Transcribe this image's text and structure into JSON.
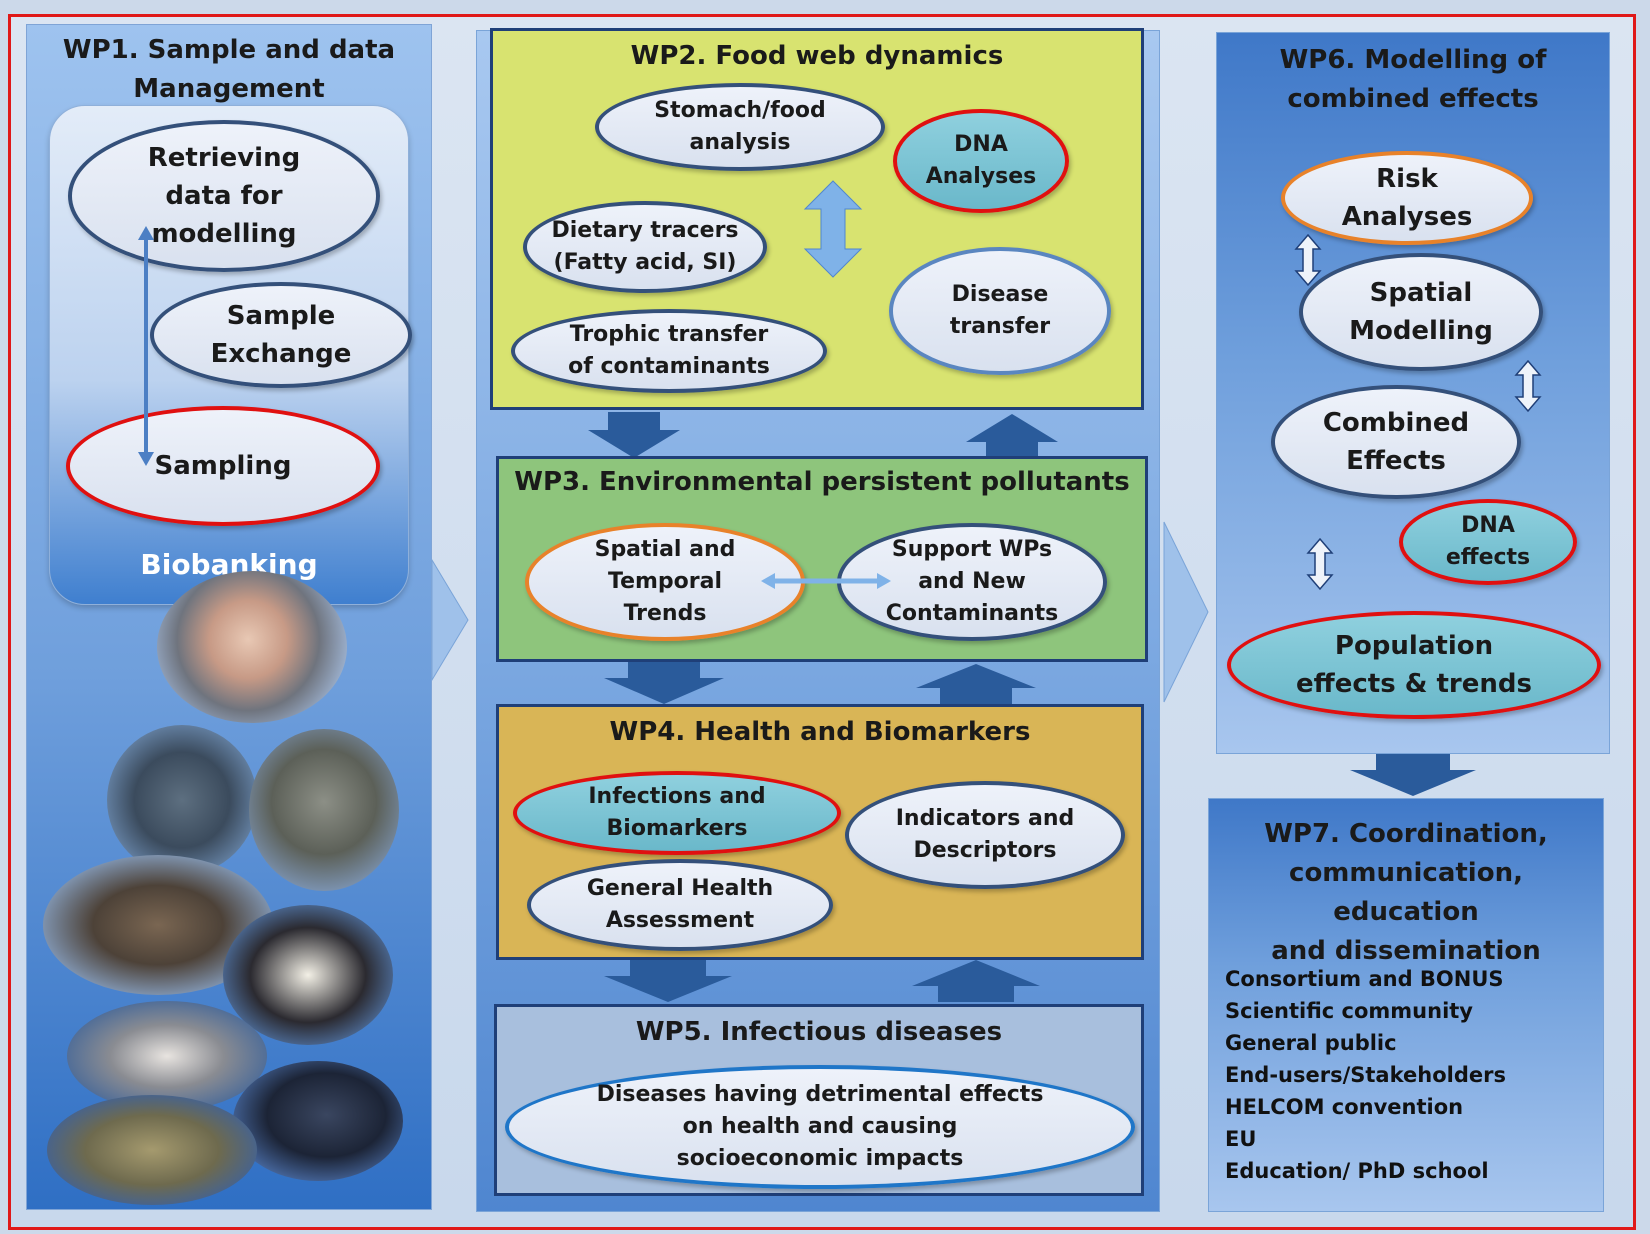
{
  "wp1": {
    "title": "WP1. Sample and data\nManagement",
    "retrieving": "Retrieving\ndata for\nmodelling",
    "exchange": "Sample\nExchange",
    "sampling": "Sampling",
    "biobanking": "Biobanking"
  },
  "wp2": {
    "title": "WP2. Food web dynamics",
    "stomach": "Stomach/food\nanalysis",
    "dna": "DNA\nAnalyses",
    "tracers": "Dietary tracers\n(Fatty acid, SI)",
    "disease": "Disease\ntransfer",
    "trophic": "Trophic transfer\nof contaminants"
  },
  "wp3": {
    "title": "WP3. Environmental persistent pollutants",
    "trends": "Spatial and\nTemporal\nTrends",
    "support": "Support WPs\nand New\nContaminants"
  },
  "wp4": {
    "title": "WP4. Health and Biomarkers",
    "infections": "Infections and\nBiomarkers",
    "indicators": "Indicators and\nDescriptors",
    "general": "General Health\nAssessment"
  },
  "wp5": {
    "title": "WP5. Infectious diseases",
    "diseases": "Diseases  having detrimental effects\non health and causing\nsocioeconomic impacts"
  },
  "wp6": {
    "title": "WP6. Modelling of\ncombined effects",
    "risk": "Risk\nAnalyses",
    "spatial": "Spatial\nModelling",
    "combined": "Combined\nEffects",
    "dna_effects": "DNA\neffects",
    "population": "Population\neffects & trends"
  },
  "wp7": {
    "title": "WP7. Coordination,\ncommunication, education\nand dissemination",
    "stakeholders": [
      "Consortium and BONUS",
      "Scientific community",
      "General public",
      "End-users/Stakeholders",
      "HELCOM convention",
      "EU",
      "Education/ PhD school"
    ]
  },
  "colors": {
    "frame": "#e01818",
    "wp2_fill": "#d8e370",
    "wp3_fill": "#8ec57c",
    "wp4_fill": "#d9b556",
    "wp5_fill": "#a8bfdd",
    "arrow": "#2a5b9b"
  }
}
